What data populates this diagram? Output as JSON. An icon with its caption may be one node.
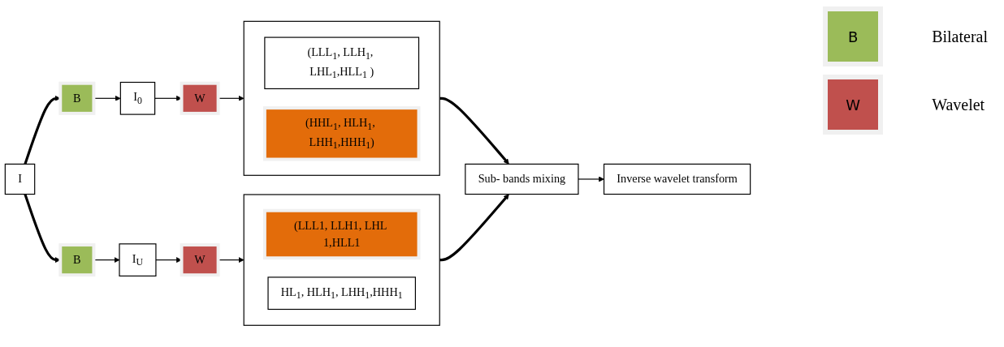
{
  "diagram": {
    "nodes": [
      {
        "text": [
          "I"
        ]
      },
      {
        "text": [
          "B"
        ]
      },
      {
        "text": [
          "B"
        ]
      },
      {
        "text": [
          "I$_{0}$"
        ]
      },
      {
        "text": [
          "I$_{U}$"
        ]
      },
      {
        "text": [
          "W"
        ]
      },
      {
        "text": [
          "W"
        ]
      },
      {
        "text": [],
        "shape": "box"
      },
      {
        "text": [
          "(LLL$_{1}$, LLH$_{1}$, LHL$_{1}$,HLL$_{1}$ )"
        ],
        "in": 7
      },
      {
        "text": [
          "(HHL$_{1}$, HLH$_{1}$, LHH$_{1}$,HHH$_{1}$)"
        ],
        "in": 7
      },
      {
        "text": [],
        "shape": "box"
      },
      {
        "text": [
          "(LLL1, LLH1, LHL 1,HLL1"
        ],
        "in": 10
      },
      {
        "text": [
          "HL$_{1}$, HLH$_{1}$, LHH$_{1}$,HHH$_{1}$"
        ],
        "in": 10
      },
      {
        "text": [
          "Sub- bands mixing"
        ]
      },
      {
        "text": [
          "Inverse wavelet transform"
        ]
      }
    ],
    "edges": [
      {
        "from": 0,
        "to": 1,
        "arrow": "to",
        "style": "thick"
      },
      {
        "from": 0,
        "to": 2,
        "arrow": "to",
        "style": "thick"
      },
      {
        "from": 1,
        "to": 3,
        "arrow": "to"
      },
      {
        "from": 2,
        "to": 4,
        "arrow": "to"
      },
      {
        "from": 3,
        "to": 5,
        "arrow": "to"
      },
      {
        "from": 4,
        "to": 6,
        "arrow": "to"
      },
      {
        "from": 5,
        "to": 7,
        "arrow": "to"
      },
      {
        "from": 6,
        "to": 10,
        "arrow": "to"
      },
      {
        "from": 7,
        "to": 13,
        "arrow": "to",
        "style": "thick"
      },
      {
        "from": 10,
        "to": 13,
        "arrow": "to",
        "style": "thick"
      },
      {
        "from": 13,
        "to": 14,
        "arrow": "to"
      }
    ],
    "labels": [
      "B",
      "W"
    ],
    "legend": [
      {
        "text": "Bilateral",
        "color": "#9bbb59"
      },
      {
        "text": "Wavelet",
        "color": "#c0504d"
      }
    ]
  }
}
